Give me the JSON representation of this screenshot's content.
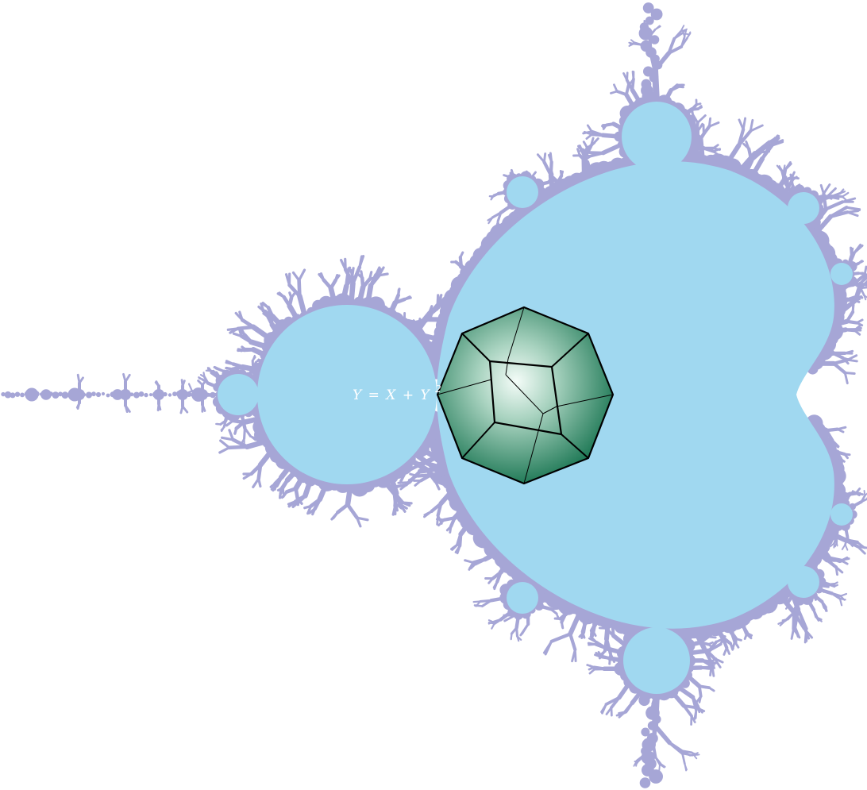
{
  "equation": {
    "lhs": "Y",
    "eq": "=",
    "x": "X",
    "plus": "+",
    "y": "Y",
    "exp": "2"
  },
  "colors": {
    "background": "#ffffff",
    "set_interior": "#a0d8f0",
    "set_boundary": "#a6a6d6",
    "polytope_dark": "#13714d",
    "polytope_light": "#f2fbf7",
    "edge": "#000000",
    "label": "#ffffff"
  }
}
